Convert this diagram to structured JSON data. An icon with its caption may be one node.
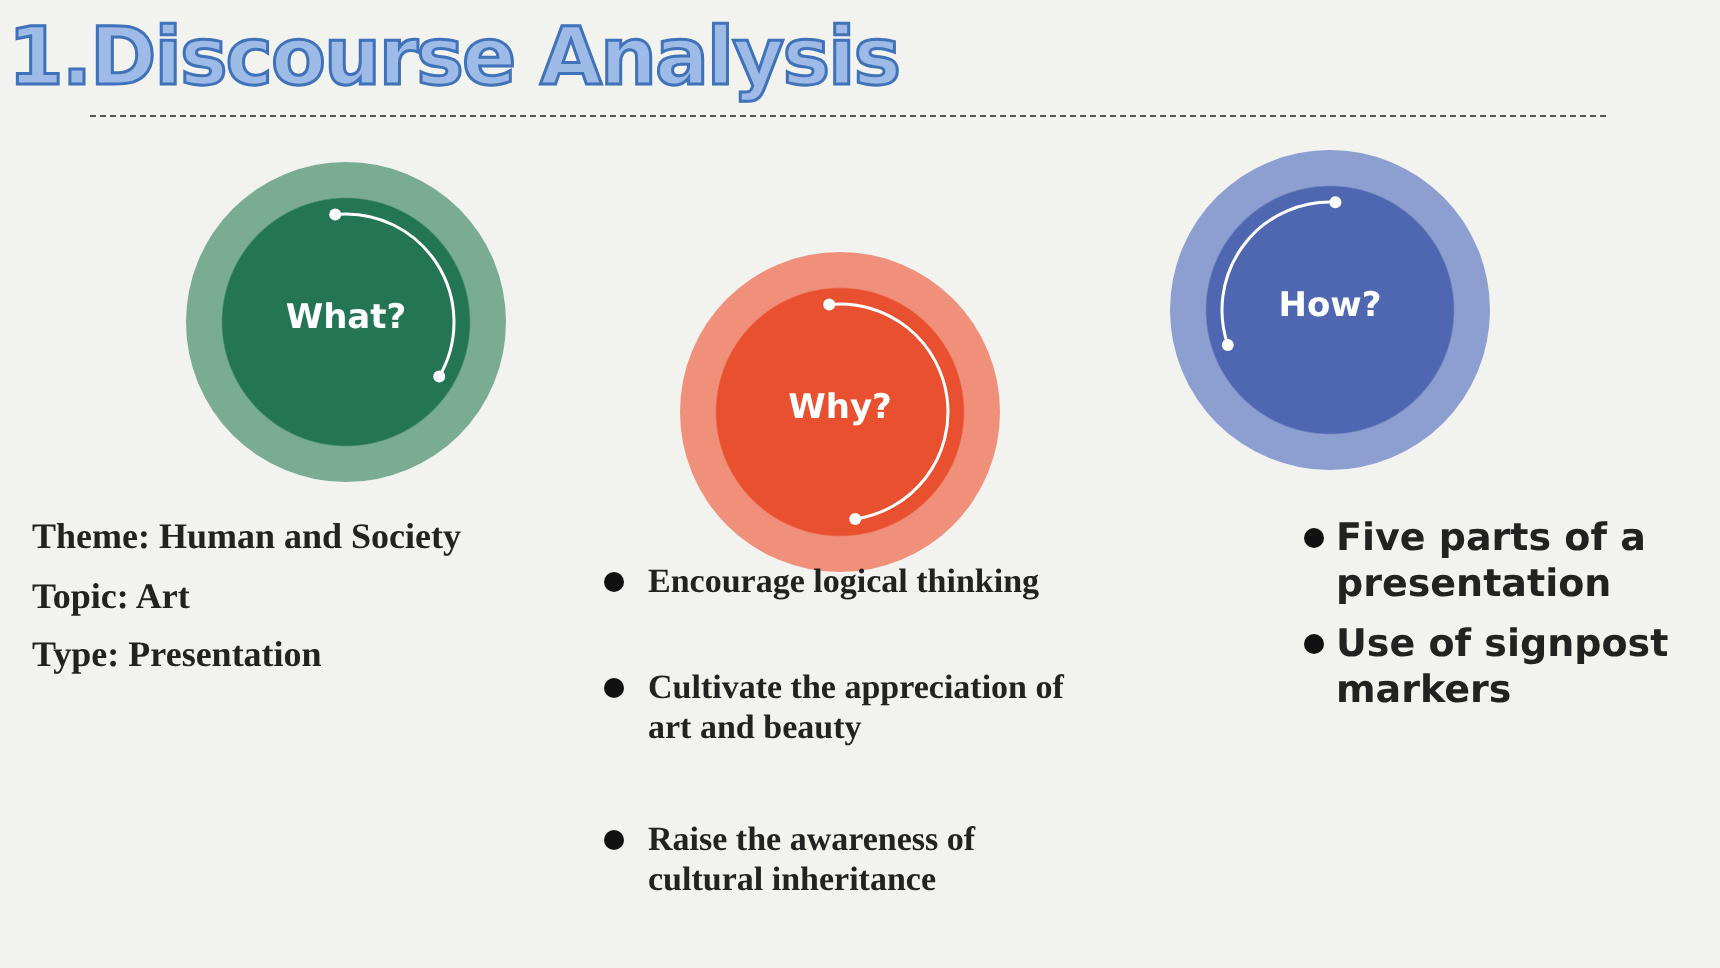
{
  "diagram": {
    "title": "1.Discourse Analysis",
    "nodes": [
      {
        "text": [
          "What?"
        ]
      },
      {
        "text": [
          "Why?"
        ]
      },
      {
        "text": [
          "How?"
        ]
      }
    ],
    "labels": [
      "Theme: Human and Society",
      "Topic: Art",
      "Type: Presentation",
      "Encourage logical thinking",
      "Cultivate the appreciation of art and beauty",
      "Raise the awareness of cultural inheritance",
      "Five parts of a presentation",
      "Use of signpost markers"
    ]
  }
}
